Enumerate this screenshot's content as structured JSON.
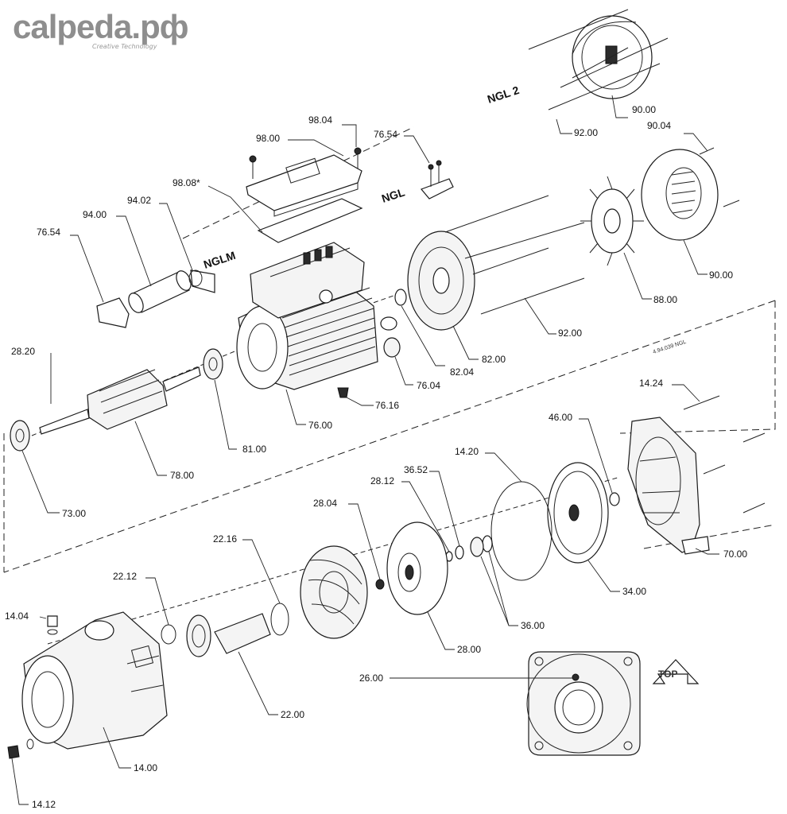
{
  "logo": {
    "brand": "calpeda.рф",
    "tagline": "Creative Technology"
  },
  "variants": {
    "ngl2": "NGL 2",
    "ngl": "NGL",
    "nglm": "NGLM"
  },
  "notes": {
    "series": "4.94.039 NGL",
    "top_marker": "TOP"
  },
  "part_labels": {
    "p98_04": "98.04",
    "p98_00": "98.00",
    "p98_08": "98.08*",
    "p76_54_top": "76.54",
    "p94_02": "94.02",
    "p94_00": "94.00",
    "p76_54_left": "76.54",
    "p28_20": "28.20",
    "p90_00_top": "90.00",
    "p92_00_top": "92.00",
    "p90_04": "90.04",
    "p90_00": "90.00",
    "p88_00": "88.00",
    "p92_00": "92.00",
    "p82_00": "82.00",
    "p82_04": "82.04",
    "p76_04": "76.04",
    "p76_16": "76.16",
    "p76_00": "76.00",
    "p81_00": "81.00",
    "p78_00": "78.00",
    "p73_00": "73.00",
    "p14_24": "14.24",
    "p46_00": "46.00",
    "p14_20": "14.20",
    "p36_52": "36.52",
    "p28_12": "28.12",
    "p28_04": "28.04",
    "p22_16": "22.16",
    "p22_12": "22.12",
    "p14_04": "14.04",
    "p70_00": "70.00",
    "p34_00": "34.00",
    "p36_00": "36.00",
    "p28_00": "28.00",
    "p26_00": "26.00",
    "p22_00": "22.00",
    "p14_00": "14.00",
    "p14_12": "14.12"
  }
}
